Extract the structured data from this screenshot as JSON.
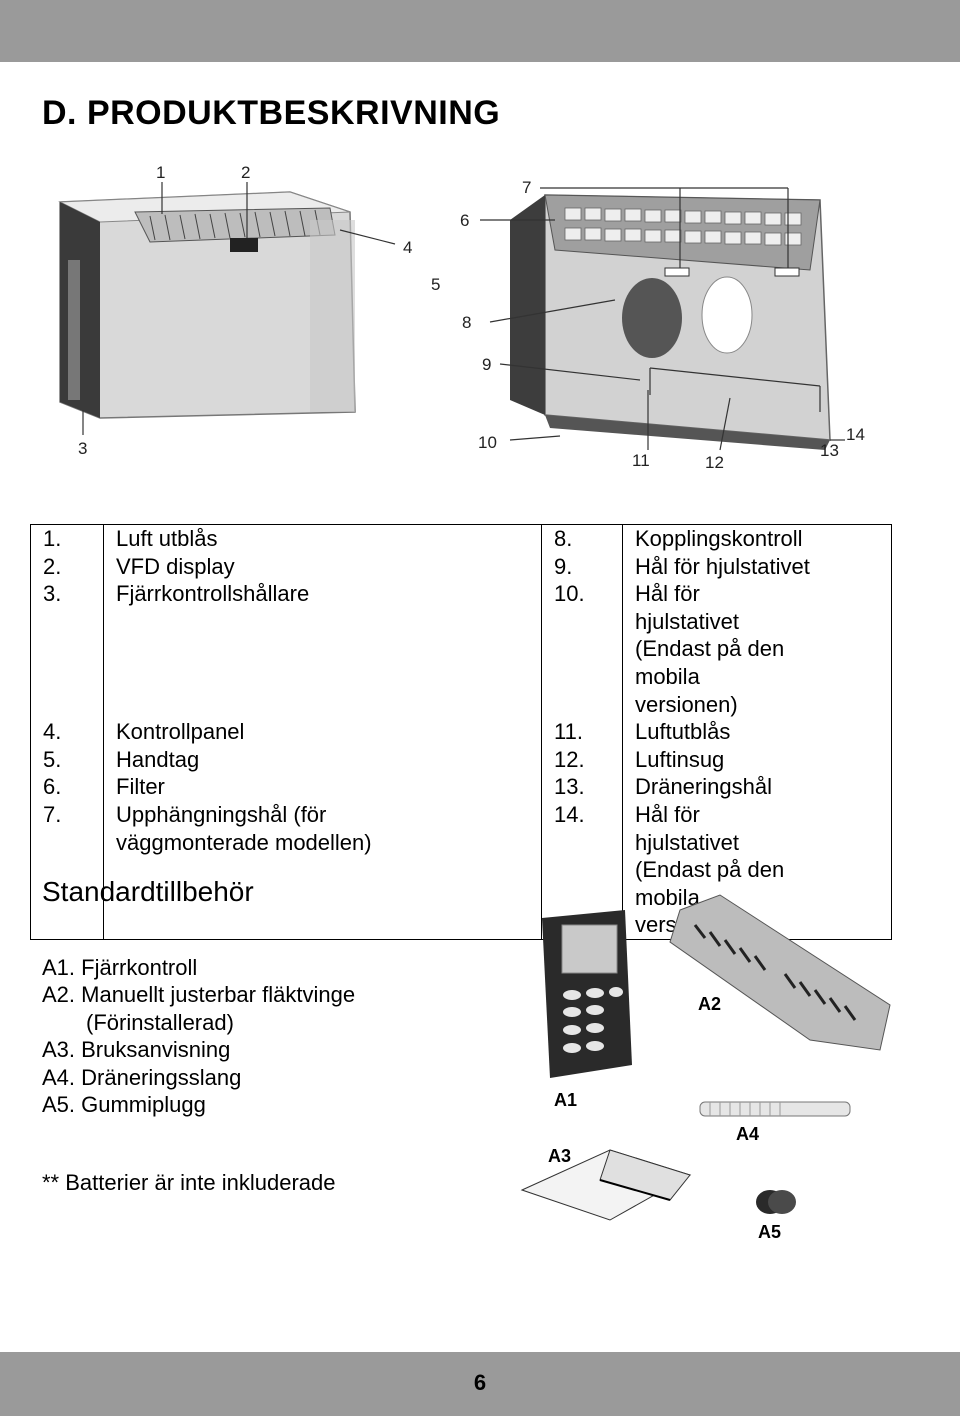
{
  "heading": "D. PRODUKTBESKRIVNING",
  "figure_callouts": [
    "1",
    "2",
    "3",
    "4",
    "5",
    "6",
    "7",
    "8",
    "9",
    "10",
    "11",
    "12",
    "13",
    "14"
  ],
  "parts": [
    {
      "num_left": "1.",
      "text_left": "Luft utblås",
      "num_right": "8.",
      "text_right": "Kopplingskontroll"
    },
    {
      "num_left": "2.",
      "text_left": "VFD display",
      "num_right": "9.",
      "text_right": "Hål för hjulstativet"
    },
    {
      "num_left": "3.",
      "text_left": "Fjärrkontrollshållare",
      "num_right": "10.",
      "text_right": "Hål för hjulstativet (Endast på den mobila versionen)"
    },
    {
      "num_left": "4.",
      "text_left": "Kontrollpanel",
      "num_right": "11.",
      "text_right": "Luftutblås"
    },
    {
      "num_left": "5.",
      "text_left": "Handtag",
      "num_right": "12.",
      "text_right": "Luftinsug"
    },
    {
      "num_left": "6.",
      "text_left": "Filter",
      "num_right": "13.",
      "text_right": "Dräneringshål"
    },
    {
      "num_left": "7.",
      "text_left": "Upphängningshål (för väggmonterade modellen)",
      "num_right": "14.",
      "text_right": "Hål för hjulstativet (Endast på den mobila versionen)"
    }
  ],
  "accessories": {
    "title": "Standardtillbehör",
    "items": [
      "A1. Fjärrkontroll",
      "A2. Manuellt justerbar fläktvinge",
      "(Förinstallerad)",
      "A3. Bruksanvisning",
      "A4. Dräneringsslang",
      "A5. Gummiplugg"
    ],
    "labels": [
      "A1",
      "A2",
      "A3",
      "A4",
      "A5"
    ]
  },
  "note": "** Batterier är inte inkluderade",
  "page_number": "6"
}
